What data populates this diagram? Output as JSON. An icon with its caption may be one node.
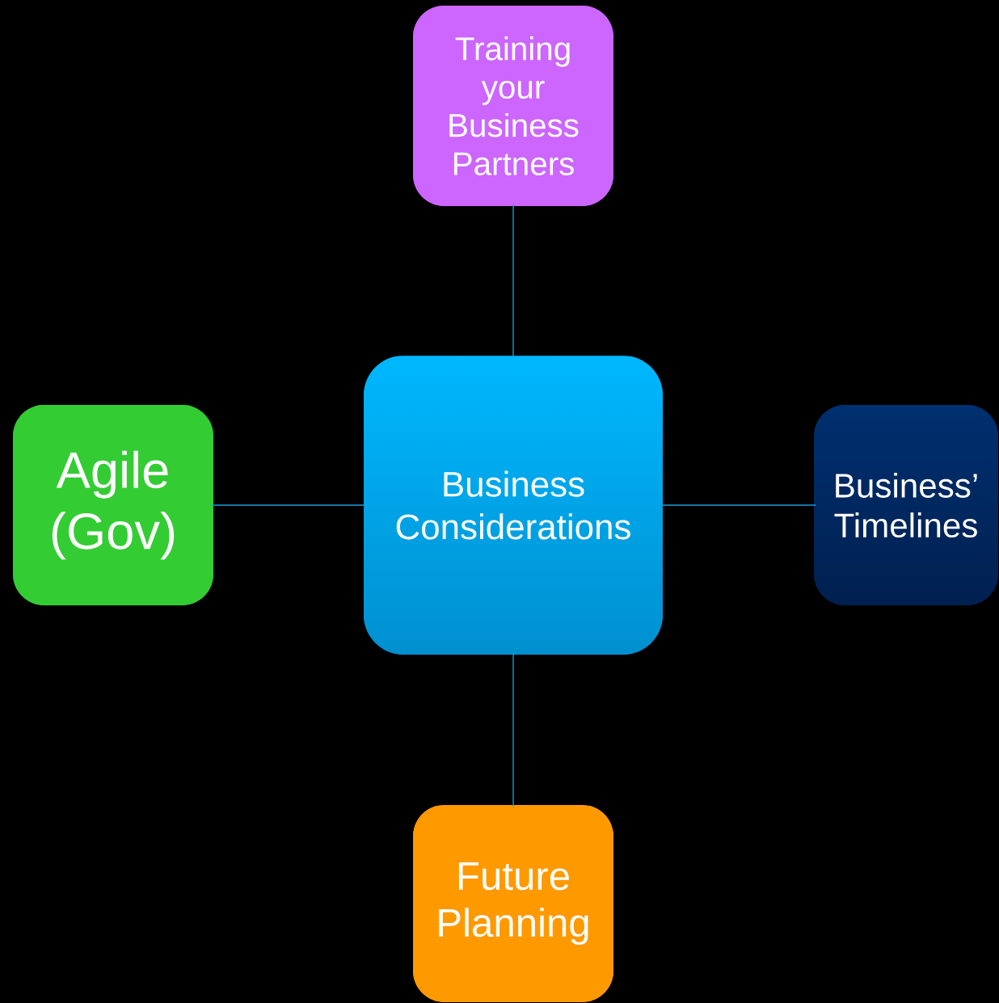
{
  "diagram": {
    "nodes": [
      {
        "text": [
          "Training your Business Partners"
        ]
      },
      {
        "text": [
          "Agile (Gov)"
        ]
      },
      {
        "text": [
          "Business Considerations"
        ]
      },
      {
        "text": [
          "Business’ Timelines"
        ]
      },
      {
        "text": [
          "Future Planning"
        ]
      }
    ],
    "edges": [
      {
        "from": 2,
        "to": 0,
        "arrow": "none"
      },
      {
        "from": 2,
        "to": 1,
        "arrow": "none"
      },
      {
        "from": 2,
        "to": 3,
        "arrow": "none"
      },
      {
        "from": 2,
        "to": 4,
        "arrow": "none"
      }
    ]
  }
}
